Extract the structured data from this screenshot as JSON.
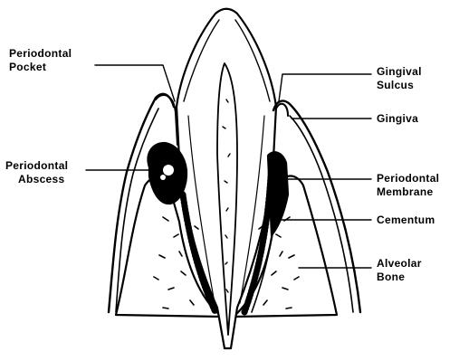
{
  "labels": {
    "periodontal_pocket": [
      "Periodontal",
      "Pocket"
    ],
    "periodontal_abscess": [
      "Periodontal",
      "Abscess"
    ],
    "gingival_sulcus": [
      "Gingival",
      "Sulcus"
    ],
    "gingiva": [
      "Gingiva"
    ],
    "periodontal_membrane": [
      "Periodontal",
      "Membrane"
    ],
    "cementum": [
      "Cementum"
    ],
    "alveolar_bone": [
      "Alveolar",
      "Bone"
    ]
  },
  "colors": {
    "ink": "#000000",
    "background": "#ffffff"
  }
}
